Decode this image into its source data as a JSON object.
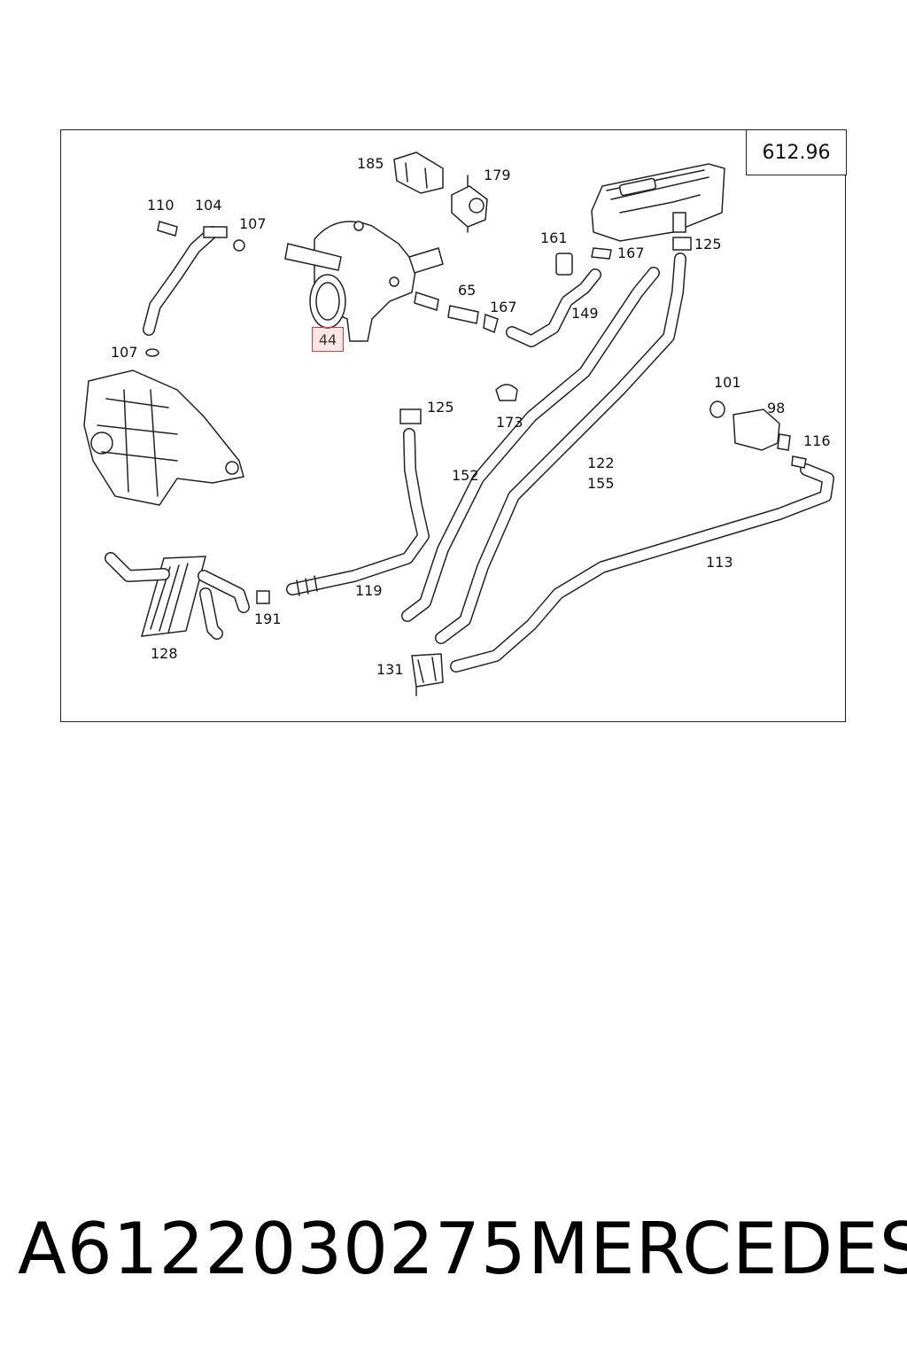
{
  "diagram": {
    "reference_code": "612.96",
    "highlighted_callout": "44",
    "callouts": {
      "c185": "185",
      "c179": "179",
      "c110": "110",
      "c104": "104",
      "c107a": "107",
      "c161": "161",
      "c167a": "167",
      "c125a": "125",
      "c65": "65",
      "c167b": "167",
      "c149": "149",
      "c107b": "107",
      "c125b": "125",
      "c173": "173",
      "c101": "101",
      "c98": "98",
      "c116": "116",
      "c152": "152",
      "c122": "122",
      "c155": "155",
      "c113": "113",
      "c119": "119",
      "c191": "191",
      "c128": "128",
      "c131": "131"
    }
  },
  "footer": {
    "part_number": "A6122030275",
    "brand": "MERCEDES"
  }
}
